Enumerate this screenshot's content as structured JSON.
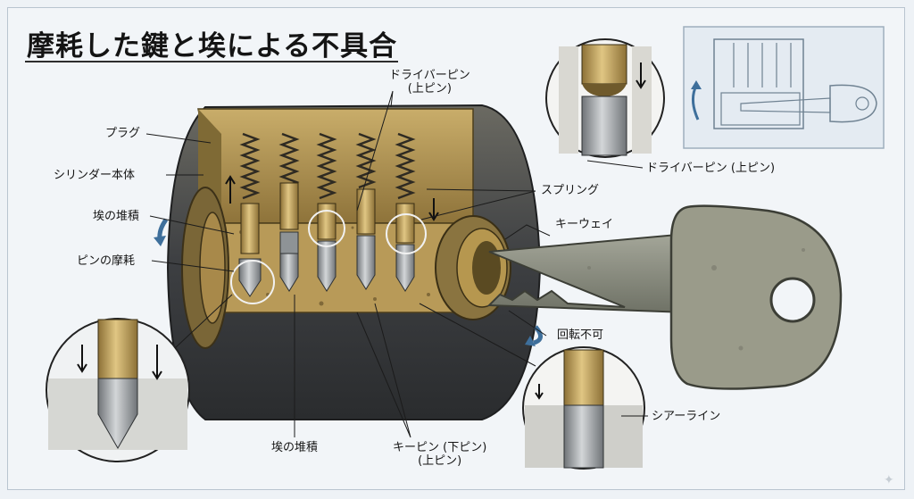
{
  "title": "摩耗した鍵と埃による不具合",
  "labels": {
    "plug": "プラグ",
    "cylinder_body": "シリンダー本体",
    "dust_left": "埃の堆積",
    "pin_wear": "ピンの摩耗",
    "driver_pin_top_1": "ドライバーピン",
    "driver_pin_top_2": "(上ピン)",
    "driver_pin_callout": "ドライバーピン (上ピン)",
    "spring": "スプリング",
    "keyway": "キーウェイ",
    "no_rotate": "回転不可",
    "shear_line": "シアーライン",
    "dust_bottom": "埃の堆積",
    "key_pin_1": "キーピン (下ピン)",
    "key_pin_2": "(上ピン)"
  },
  "colors": {
    "brass": "#a98a47",
    "brass_dark": "#6e5a2c",
    "steel": "#9ea3a6",
    "body_dark": "#3a3d40",
    "key_metal": "#8c8f84",
    "arrow_blue": "#3e6f9b",
    "background": "#f2f5f8"
  },
  "icons": {
    "rotate_arrow": "curved-arrow-icon",
    "sparkle": "sparkle-icon"
  }
}
